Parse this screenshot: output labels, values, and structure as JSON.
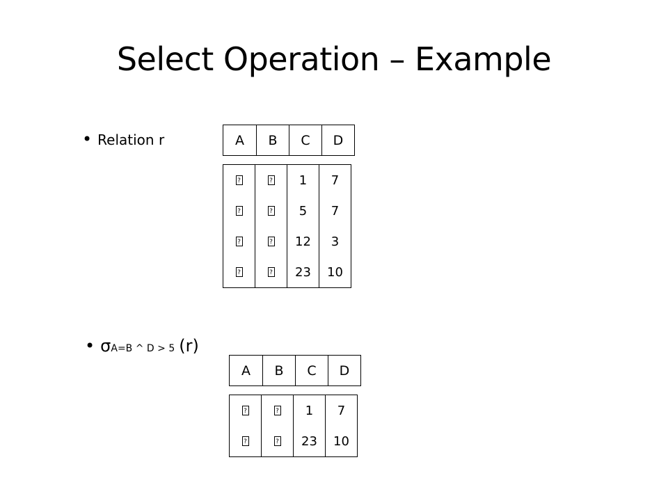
{
  "slide": {
    "title": "Select Operation – Example",
    "bullet1": "Relation r",
    "bullet2_sigma": "σ",
    "bullet2_subscript": "A=B ^ D > 5",
    "bullet2_arg": "(r)"
  },
  "relation_r": {
    "headers": [
      "A",
      "B",
      "C",
      "D"
    ],
    "columns": [
      [
        "?",
        "?",
        "?",
        "?"
      ],
      [
        "?",
        "?",
        "?",
        "?"
      ],
      [
        "1",
        "5",
        "12",
        "23"
      ],
      [
        "7",
        "7",
        "3",
        "10"
      ]
    ]
  },
  "result": {
    "headers": [
      "A",
      "B",
      "C",
      "D"
    ],
    "columns": [
      [
        "?",
        "?"
      ],
      [
        "?",
        "?"
      ],
      [
        "1",
        "23"
      ],
      [
        "7",
        "10"
      ]
    ]
  }
}
